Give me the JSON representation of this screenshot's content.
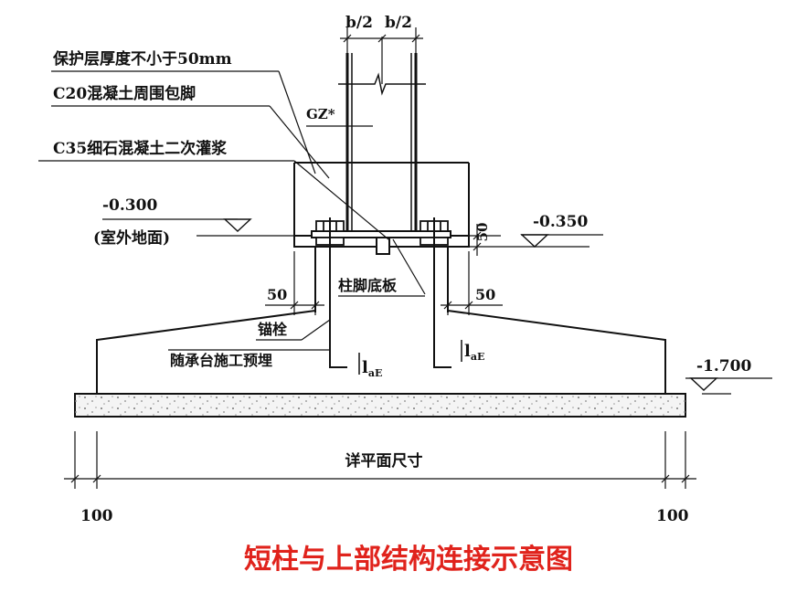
{
  "labels": {
    "b_half_left": "b/2",
    "b_half_right": "b/2",
    "cover": "保护层厚度不小于50mm",
    "encasement": "C20混凝土周围包脚",
    "gz": "GZ*",
    "grout": "C35细石混凝土二次灌浆",
    "elev_outdoor": "-0.300",
    "outdoor_ground": "(室外地面)",
    "elev_right": "-0.350",
    "dim_50_vertical": "50",
    "dim_50_left": "50",
    "dim_50_right": "50",
    "base_plate": "柱脚底板",
    "anchor_bolt": "锚栓",
    "embed_note": "随承台施工预埋",
    "lae_left": "l",
    "lae_left_sub": "aE",
    "lae_right": "l",
    "lae_right_sub": "aE",
    "elev_cap": "-1.700",
    "plan_size": "详平面尺寸",
    "dim_100_left": "100",
    "dim_100_right": "100"
  },
  "title": "短柱与上部结构连接示意图",
  "colors": {
    "line": "#111111",
    "title": "#e0231c",
    "hatch": "#f4f4f4"
  }
}
